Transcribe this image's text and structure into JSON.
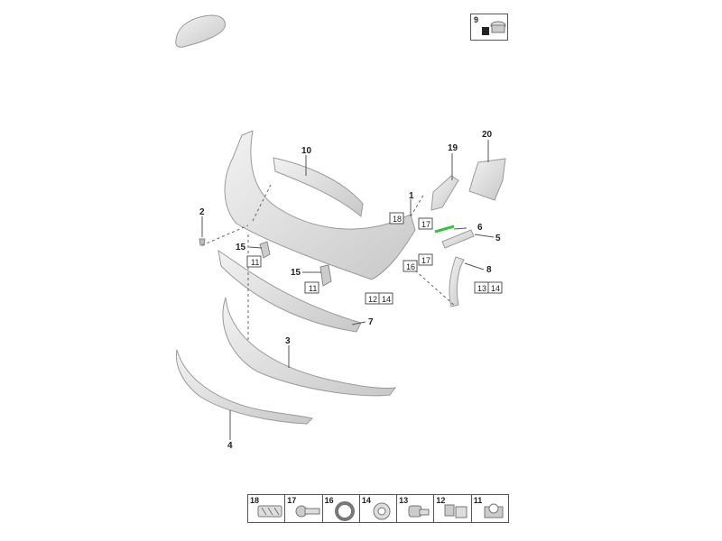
{
  "callouts": {
    "c1": "1",
    "c2": "2",
    "c3": "3",
    "c4": "4",
    "c5": "5",
    "c6": "6",
    "c7": "7",
    "c8": "8",
    "c10": "10",
    "c15a": "15",
    "c15b": "15",
    "c19": "19",
    "c20": "20"
  },
  "boxed": {
    "b18": "18",
    "b17a": "17",
    "b17b": "17",
    "b16": "16",
    "b11a": "11",
    "b11b": "11",
    "b12": "12",
    "b14a": "14",
    "b13": "13",
    "b14b": "14"
  },
  "thumbnail": {
    "label": "9"
  },
  "parts_strip": [
    {
      "num": "18",
      "icon": "grille-insert-icon"
    },
    {
      "num": "17",
      "icon": "bolt-icon"
    },
    {
      "num": "16",
      "icon": "ring-nut-icon"
    },
    {
      "num": "14",
      "icon": "grommet-icon"
    },
    {
      "num": "13",
      "icon": "sensor-icon"
    },
    {
      "num": "12",
      "icon": "clip-pair-icon"
    },
    {
      "num": "11",
      "icon": "expansion-nut-icon"
    }
  ],
  "colors": {
    "part_fill": "#dcdcdc",
    "part_stroke": "#9a9a9a",
    "highlight": "#3cbf3c"
  }
}
